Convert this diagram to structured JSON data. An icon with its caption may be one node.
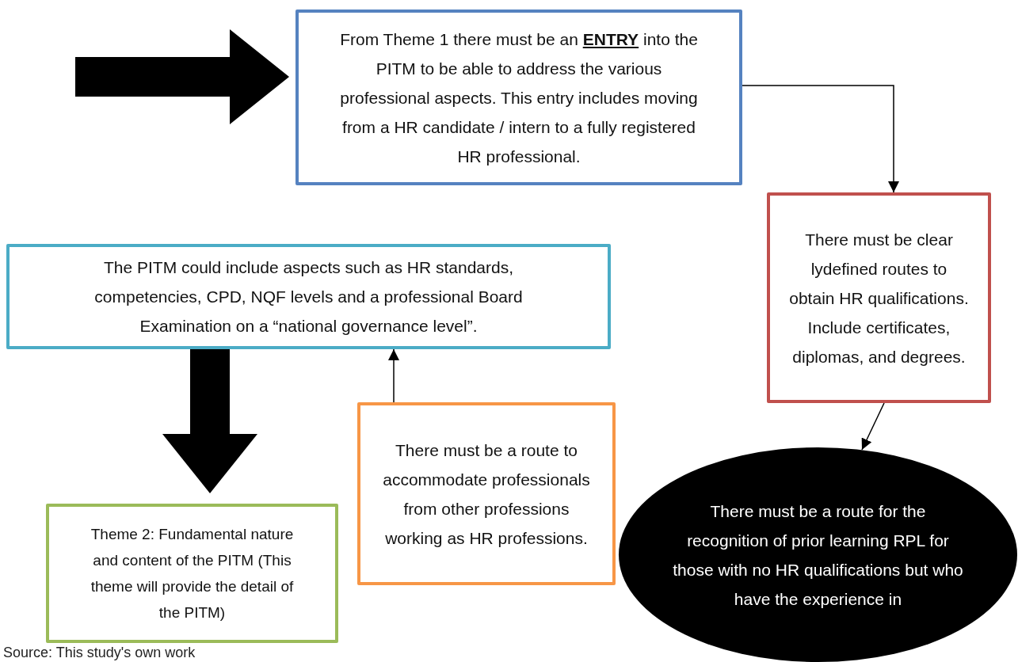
{
  "diagram": {
    "nodes": [
      {
        "text": [
          "From Theme 1 there must be an **ENTRY** into the PITM to be able to address the various professional aspects. This entry includes moving from a HR candidate / intern to a fully registered HR professional."
        ]
      },
      {
        "text": [
          "There must be clear lydefined routes to obtain HR qualifications. Include certificates, diplomas, and degrees."
        ]
      },
      {
        "text": [
          "The PITM could include aspects such as HR standards, competencies, CPD, NQF levels and a professional Board Examination on a “national governance level”."
        ]
      },
      {
        "text": [
          "Theme 2: Fundamental nature and content of the PITM (This theme will provide the detail of the PITM)"
        ]
      },
      {
        "text": [
          "There must be a route to accommodate professionals from other professions working as HR professions."
        ]
      },
      {
        "text": [
          "There must be a route for the recognition of prior learning RPL for those with no HR qualifications but who have the experience in"
        ]
      }
    ],
    "edges": [
      {
        "from": null,
        "to": 0,
        "arrow": "to",
        "style": "thick"
      },
      {
        "from": 0,
        "to": 1,
        "arrow": "to"
      },
      {
        "from": 2,
        "to": 3,
        "arrow": "to",
        "style": "thick"
      },
      {
        "from": 4,
        "to": 2,
        "arrow": "to"
      },
      {
        "from": 1,
        "to": 5,
        "arrow": "to"
      }
    ],
    "labels": [
      "Source: This study's own work"
    ]
  }
}
